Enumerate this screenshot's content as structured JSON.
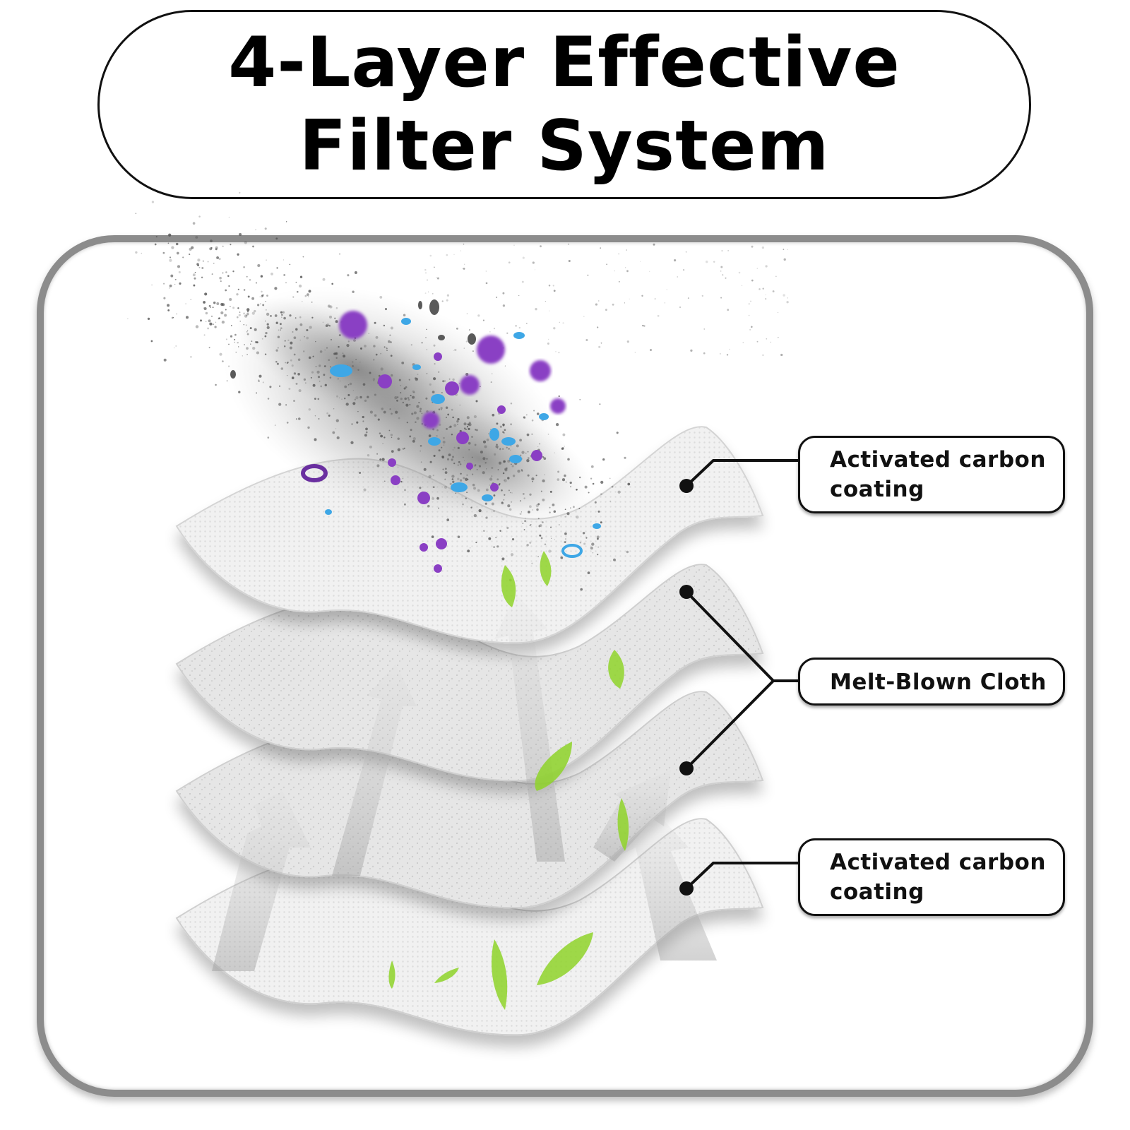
{
  "header": {
    "title_line1": "4-Layer Effective",
    "title_line2": "Filter System"
  },
  "callouts": [
    {
      "lines": [
        "Activated carbon",
        "coating"
      ],
      "layer": "top"
    },
    {
      "lines": [
        "Melt-Blown Cloth"
      ],
      "layer": "middle-two"
    },
    {
      "lines": [
        "Activated carbon",
        "coating"
      ],
      "layer": "bottom"
    }
  ],
  "colors": {
    "outline": "#111111",
    "panel_border": "#8c8c8c",
    "particle_purple": "#8a3fc4",
    "particle_blue": "#3ea7e6",
    "leaf_green": "#8fd42a"
  }
}
